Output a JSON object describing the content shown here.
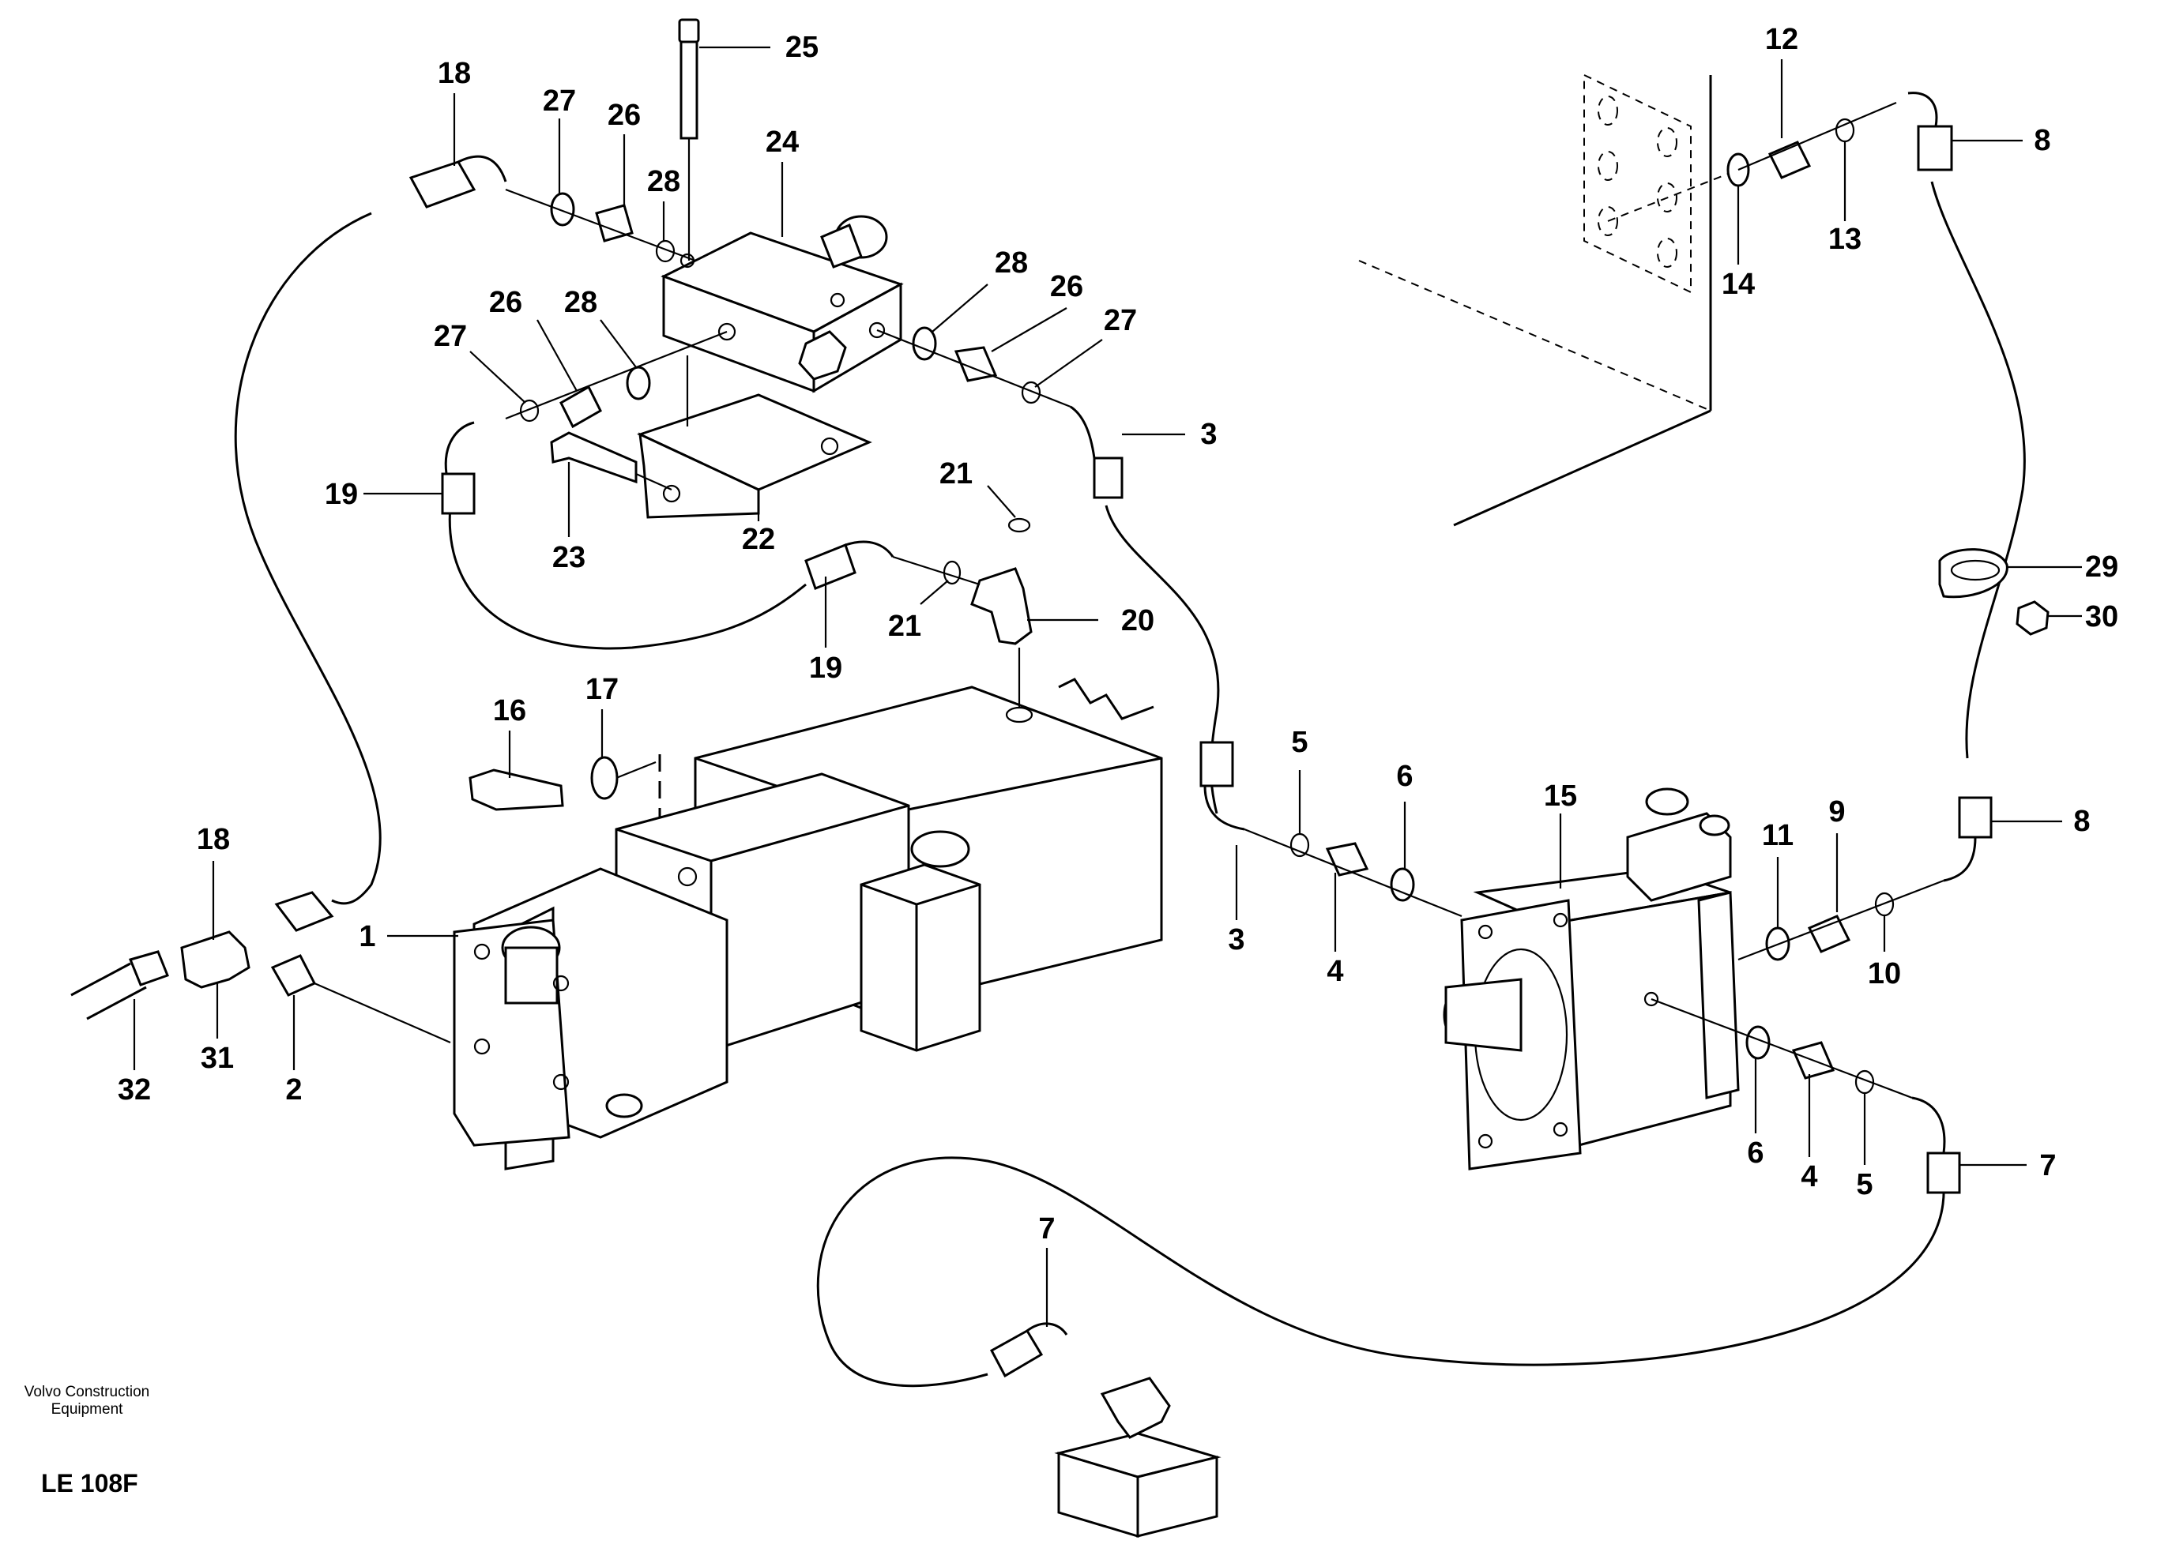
{
  "callouts": {
    "c1": "1",
    "c2": "2",
    "c3a": "3",
    "c3b": "3",
    "c4a": "4",
    "c4b": "4",
    "c5a": "5",
    "c5b": "5",
    "c6a": "6",
    "c6b": "6",
    "c7a": "7",
    "c7b": "7",
    "c8a": "8",
    "c8b": "8",
    "c9": "9",
    "c10": "10",
    "c11": "11",
    "c12": "12",
    "c13": "13",
    "c14": "14",
    "c15": "15",
    "c16": "16",
    "c17": "17",
    "c18a": "18",
    "c18b": "18",
    "c19a": "19",
    "c19b": "19",
    "c20": "20",
    "c21a": "21",
    "c21b": "21",
    "c22": "22",
    "c23": "23",
    "c24": "24",
    "c25": "25",
    "c26a": "26",
    "c26b": "26",
    "c26c": "26",
    "c27a": "27",
    "c27b": "27",
    "c27c": "27",
    "c28a": "28",
    "c28b": "28",
    "c28c": "28",
    "c29": "29",
    "c30": "30",
    "c31": "31",
    "c32": "32"
  },
  "footer": {
    "company_line1": "Volvo Construction",
    "company_line2": "Equipment",
    "drawing_code": "LE 108F"
  }
}
